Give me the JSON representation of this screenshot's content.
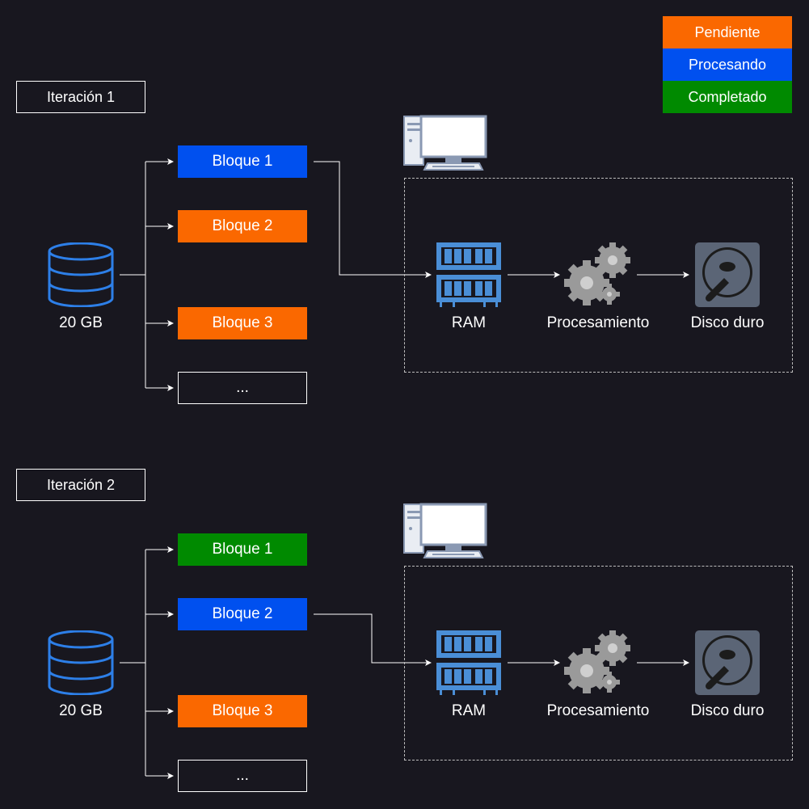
{
  "colors": {
    "background": "#18171f",
    "pending": "#fa6800",
    "processing": "#0050ef",
    "completed": "#008a00",
    "outline": "#ffffff",
    "icon_blue": "#2d7fe8",
    "ram_blue": "#4a8ed6",
    "gear_gray": "#9a9a9a",
    "disk_gray": "#5b6576"
  },
  "legend": [
    {
      "label": "Pendiente",
      "status": "pending"
    },
    {
      "label": "Procesando",
      "status": "processing"
    },
    {
      "label": "Completado",
      "status": "completed"
    }
  ],
  "iterations": [
    {
      "label": "Iteración 1",
      "dataset": {
        "size": "20 GB",
        "icon": "database-icon"
      },
      "blocks": [
        {
          "label": "Bloque 1",
          "status": "processing"
        },
        {
          "label": "Bloque 2",
          "status": "pending"
        },
        {
          "label": "Bloque 3",
          "status": "pending"
        },
        {
          "label": "...",
          "status": "none"
        }
      ],
      "pipeline": [
        {
          "label": "RAM",
          "icon": "ram-icon"
        },
        {
          "label": "Procesamiento",
          "icon": "gears-icon"
        },
        {
          "label": "Disco duro",
          "icon": "hard-disk-icon"
        }
      ],
      "computer_icon": "computer-icon"
    },
    {
      "label": "Iteración 2",
      "dataset": {
        "size": "20 GB",
        "icon": "database-icon"
      },
      "blocks": [
        {
          "label": "Bloque 1",
          "status": "completed"
        },
        {
          "label": "Bloque 2",
          "status": "processing"
        },
        {
          "label": "Bloque 3",
          "status": "pending"
        },
        {
          "label": "...",
          "status": "none"
        }
      ],
      "pipeline": [
        {
          "label": "RAM",
          "icon": "ram-icon"
        },
        {
          "label": "Procesamiento",
          "icon": "gears-icon"
        },
        {
          "label": "Disco duro",
          "icon": "hard-disk-icon"
        }
      ],
      "computer_icon": "computer-icon"
    }
  ]
}
